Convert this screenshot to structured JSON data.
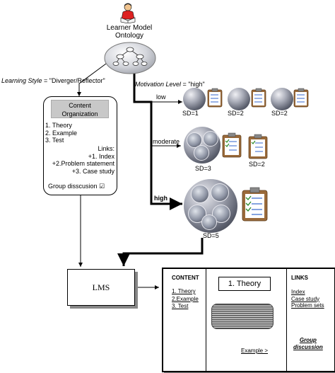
{
  "learner_model": {
    "line1": "Learner Model",
    "line2": "Ontology"
  },
  "learning_style": {
    "prefix": "Learning Style",
    "value": " = \"Diverger/Reflector\""
  },
  "motivation": {
    "prefix": "Motivation Level",
    "value": " = \"high\""
  },
  "org_box": {
    "title1": "Content",
    "title2": "Organization",
    "items": [
      "1. Theory",
      "2. Example",
      "3. Test"
    ],
    "links_title": "Links:",
    "links": [
      "+1. Index",
      "+2.Problem statement",
      "+3.  Case study"
    ],
    "group": "Group disscusion",
    "checkbox": "☑"
  },
  "levels": {
    "low": "low",
    "moderate": "moderate",
    "high": "high"
  },
  "sd_labels": {
    "low": [
      "SD=1",
      "SD=2",
      "SD=2"
    ],
    "moderate": [
      "SD=3",
      "SD=2"
    ],
    "high": "SD=5"
  },
  "lms": {
    "label": "LMS"
  },
  "screen": {
    "content_title": "CONTENT",
    "content_items": [
      "1. Theory",
      "2.Example",
      "3. Test"
    ],
    "theory_box": "1. Theory",
    "example_link": "Example >",
    "links_title": "LINKS",
    "links": [
      "Index",
      "Case study",
      "Problem sets"
    ],
    "group": [
      "Group",
      "discussion"
    ]
  }
}
